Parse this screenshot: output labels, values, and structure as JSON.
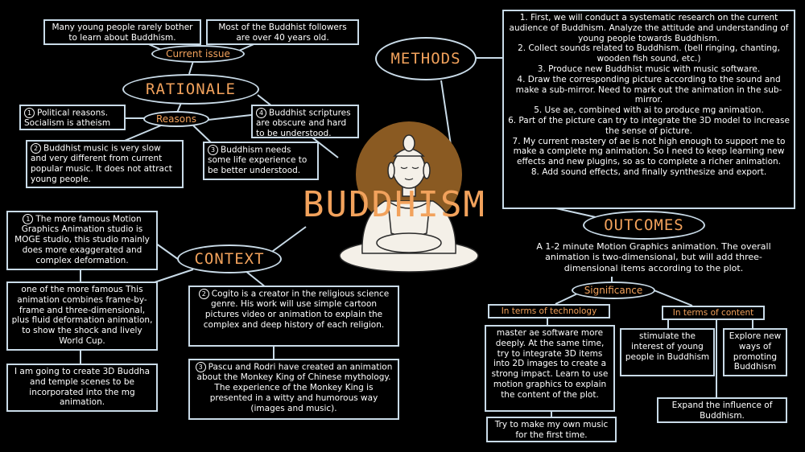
{
  "center": {
    "title": "BUDDHISM"
  },
  "rationale": {
    "label": "RATIONALE",
    "current_issue": {
      "label": "Current issue",
      "items": [
        "Many young people rarely bother to learn about Buddhism.",
        "Most of the Buddhist followers are over 40 years old."
      ]
    },
    "reasons": {
      "label": "Reasons",
      "items": [
        {
          "num": "1",
          "text": "Political reasons. Socialism is atheism"
        },
        {
          "num": "2",
          "text": "Buddhist music is very slow and very different from current popular music. It does not attract young people."
        },
        {
          "num": "3",
          "text": "Buddhism needs some life experience to be better understood."
        },
        {
          "num": "4",
          "text": "Buddhist scriptures are obscure and hard to be understood."
        }
      ]
    }
  },
  "context": {
    "label": "CONTEXT",
    "items": [
      {
        "num": "1",
        "text": "The more famous Motion Graphics Animation studio is MOGE studio, this studio mainly does more exaggerated and complex deformation."
      },
      {
        "num": "",
        "text": "one of the more famous This animation combines frame-by-frame and three-dimensional, plus fluid deformation animation, to show the shock and lively World Cup."
      },
      {
        "num": "",
        "text": "I am going to create 3D Buddha and temple scenes to be incorporated into the mg animation."
      },
      {
        "num": "2",
        "text": "Cogito is a creator in the religious science genre. His work will use simple cartoon pictures video or animation to explain the complex and deep history of each religion."
      },
      {
        "num": "3",
        "text": "Pascu and Rodri have created an animation about the Monkey King of Chinese mythology. The experience of the Monkey King is presented in a witty and humorous way (images and music)."
      }
    ]
  },
  "methods": {
    "label": "METHODS",
    "steps": [
      "1. First, we will conduct a systematic research on the current audience of Buddhism. Analyze the attitude and understanding of young people towards Buddhism.",
      "2. Collect sounds related to Buddhism. (bell ringing, chanting, wooden fish sound, etc.)",
      "3. Produce new Buddhist music with music software.",
      "4. Draw the corresponding picture according to the sound and make a sub-mirror. Need to mark out the animation in the sub-mirror.",
      "5. Use ae, combined with ai to produce mg animation.",
      "6. Part of the picture can try to integrate the 3D model to increase the sense of picture.",
      "7. My current mastery of ae is not high enough to support me to make a complete mg animation. So I need to keep learning new effects and new plugins, so as to complete a richer animation.",
      "8. Add sound effects, and finally synthesize and export."
    ]
  },
  "outcomes": {
    "label": "OUTCOMES",
    "summary": "A 1-2 minute Motion Graphics animation. The overall animation is two-dimensional, but will add three-dimensional items according to the plot.",
    "significance": {
      "label": "Significance",
      "technology": {
        "label": "In terms of technology",
        "items": [
          "master ae software more deeply. At the same time, try to integrate 3D items into 2D images to create a strong impact. Learn to use motion graphics to explain the content of the plot.",
          "Try to make my own music for the first time."
        ]
      },
      "content": {
        "label": "In terms of content",
        "items": [
          "stimulate the interest of young people in Buddhism",
          "Explore new ways of promoting Buddhism",
          "Expand the influence of Buddhism."
        ]
      }
    }
  },
  "colors": {
    "background": "#000000",
    "accent": "#f2a25c",
    "line": "#c9dbe8",
    "halo": "#8a5a22"
  }
}
